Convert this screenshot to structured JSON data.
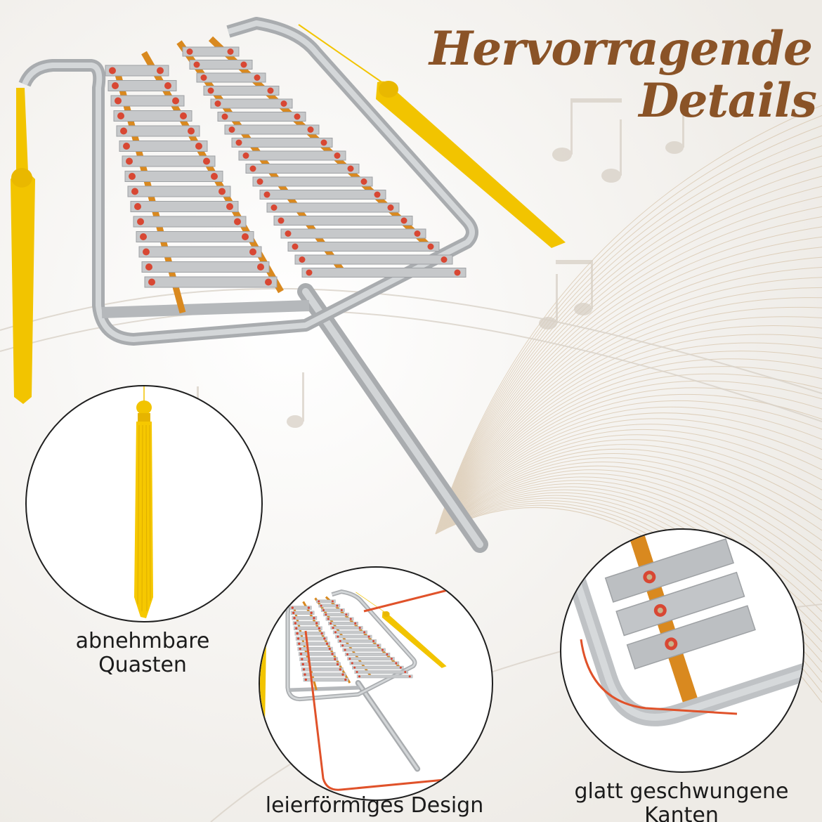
{
  "heading": {
    "line1": "Hervorragende",
    "line2": "Details"
  },
  "features": [
    {
      "line1": "abnehmbare",
      "line2": "Quasten"
    },
    {
      "line1": "leierförmiges Design"
    },
    {
      "line1": "glatt geschwungene",
      "line2": "Kanten"
    }
  ],
  "colors": {
    "title": "#8a5327",
    "frame": "#b9bcbf",
    "bar": "#c6c8ca",
    "mount": "#d9891f",
    "button": "#d84733",
    "tassel": "#f2c400",
    "highlight": "#e0522a"
  }
}
